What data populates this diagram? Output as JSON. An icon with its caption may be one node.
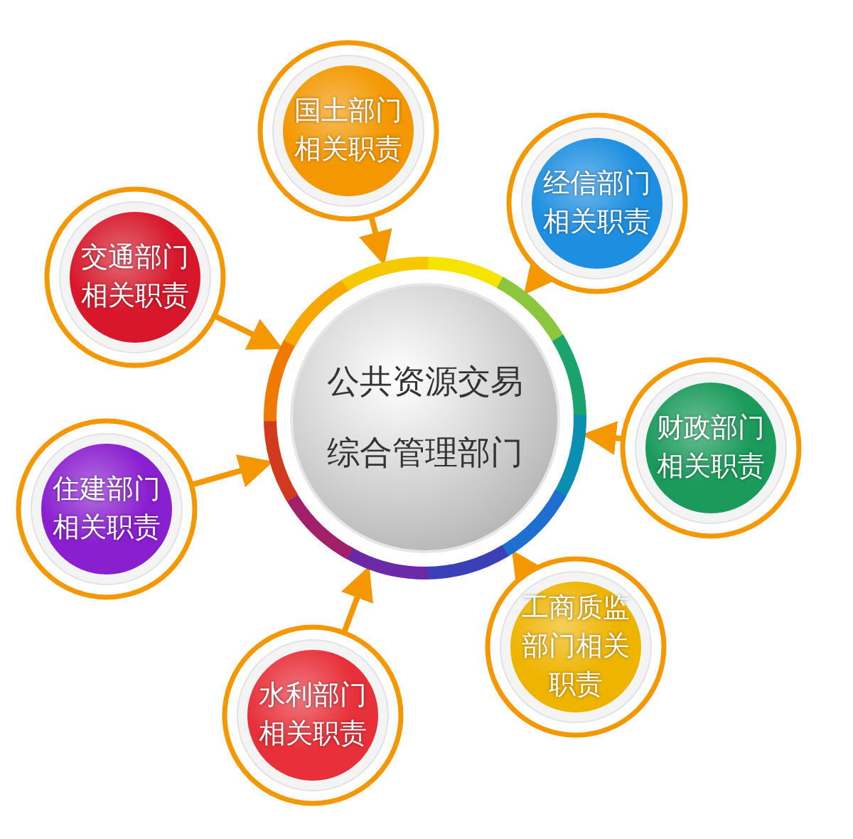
{
  "diagram": {
    "nodes": [
      {
        "text": [
          "公共资源交易综合管理部门"
        ]
      },
      {
        "text": [
          "国土部门相关职责"
        ]
      },
      {
        "text": [
          "经信部门相关职责"
        ]
      },
      {
        "text": [
          "交通部门相关职责"
        ]
      },
      {
        "text": [
          "财政部门相关职责"
        ]
      },
      {
        "text": [
          "住建部门相关职责"
        ]
      },
      {
        "text": [
          "工商质监部门相关职责"
        ]
      },
      {
        "text": [
          "水利部门相关职责"
        ]
      }
    ],
    "edges": [
      {
        "from": 1,
        "to": 0,
        "arrow": "to"
      },
      {
        "from": 2,
        "to": 0,
        "arrow": "to"
      },
      {
        "from": 3,
        "to": 0,
        "arrow": "to"
      },
      {
        "from": 4,
        "to": 0,
        "arrow": "to"
      },
      {
        "from": 5,
        "to": 0,
        "arrow": "to"
      },
      {
        "from": 6,
        "to": 0,
        "arrow": "to"
      },
      {
        "from": 7,
        "to": 0,
        "arrow": "to"
      }
    ]
  }
}
